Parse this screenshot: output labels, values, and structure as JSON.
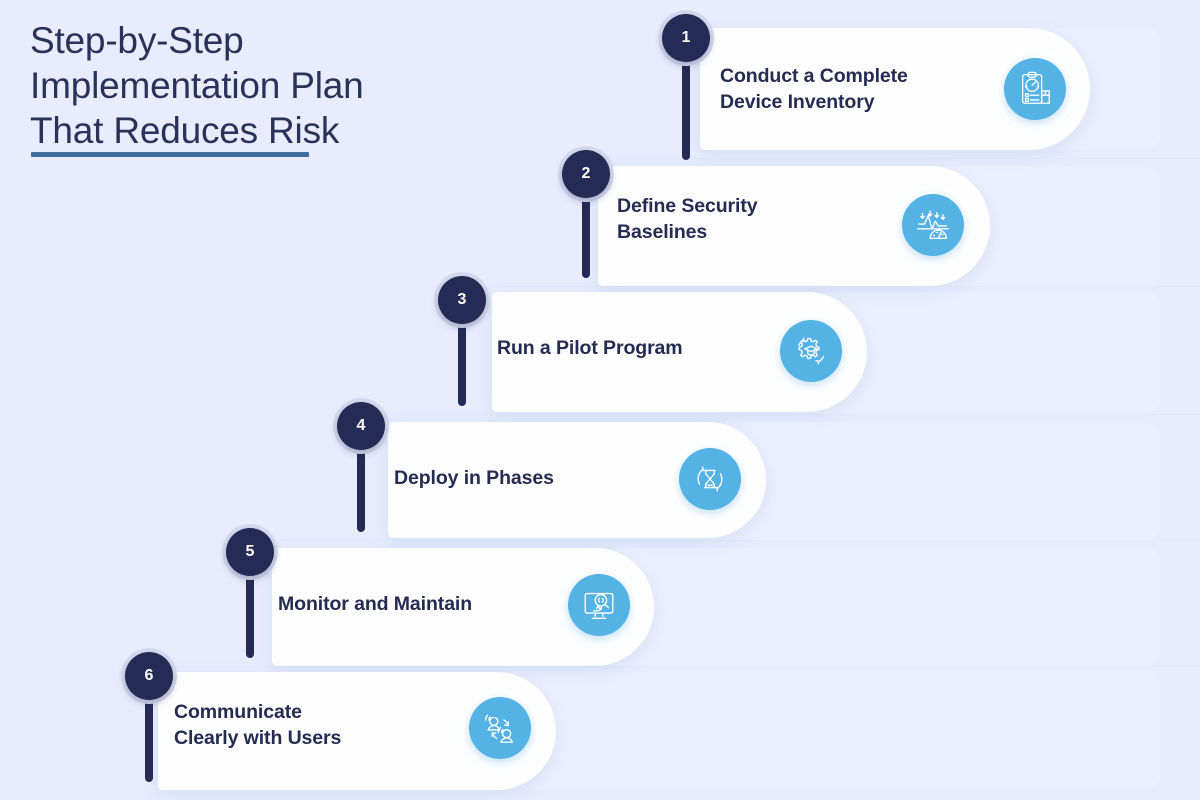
{
  "heading": {
    "line1": "Step-by-Step",
    "line2": "Implementation Plan",
    "line3": "That Reduces Risk",
    "full": "Step-by-Step Implementation Plan That Reduces Risk"
  },
  "colors": {
    "background": "#e7edfd",
    "heading_text": "#2b3157",
    "heading_underline": "#3f6d9f",
    "badge_fill": "#242b54",
    "badge_ring": "#d9ddf0",
    "badge_number": "#ffffff",
    "card_fill": "#fdfdfe",
    "card_label": "#252c51",
    "icon_circle": "#55b2e5",
    "icon_glyph": "#ffffff",
    "connector": "#242b54"
  },
  "steps": [
    {
      "number": "1",
      "label": "Conduct a Complete\nDevice Inventory",
      "icon": "clipboard-inventory-icon"
    },
    {
      "number": "2",
      "label": "Define Security\nBaselines",
      "icon": "gauge-analytics-icon"
    },
    {
      "number": "3",
      "label": "Run a Pilot Program",
      "icon": "gear-graduation-cap-icon"
    },
    {
      "number": "4",
      "label": "Deploy in Phases",
      "icon": "hourglass-refresh-icon"
    },
    {
      "number": "5",
      "label": "Monitor and Maintain",
      "icon": "monitor-wrench-icon"
    },
    {
      "number": "6",
      "label": "Communicate\nClearly with Users",
      "icon": "people-communication-icon"
    }
  ]
}
